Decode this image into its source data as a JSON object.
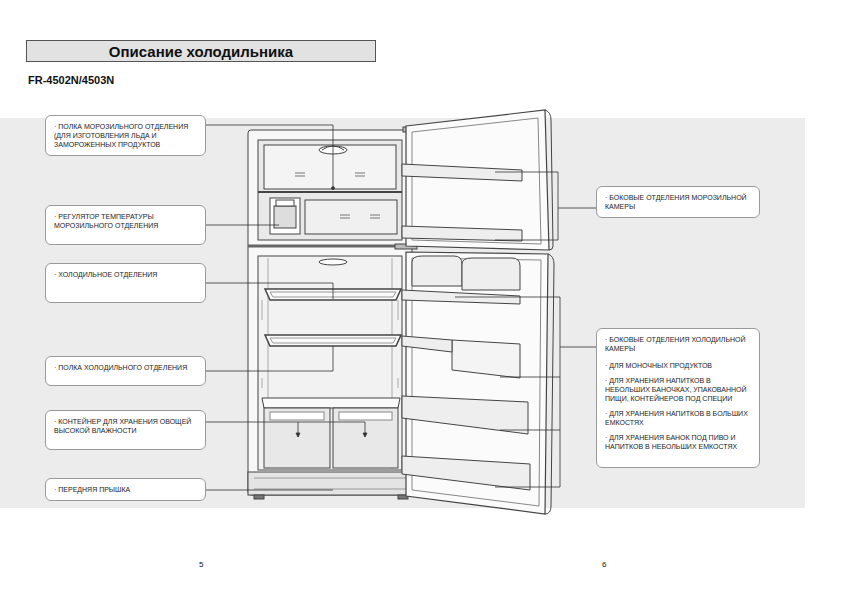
{
  "diagram": {
    "title": "Описание холодильника",
    "nodes": [
      {
        "text": [
          "· ПОЛКА МОРОЗИЛЬНОГО ОТДЕЛЕНИЯ (ДЛЯ ИЗГОТОВЛЕНИЯ ЛЬДА И ЗАМОРОЖЕННЫХ ПРОДУКТОВ"
        ]
      },
      {
        "text": [
          "· РЕГУЛЯТОР ТЕМПЕРАТУРЫ МОРОЗИЛЬНОГО ОТДЕЛЕНИЯ"
        ]
      },
      {
        "text": [
          "· ХОЛОДИЛЬНОЕ ОТДЕЛЕНИЯ"
        ]
      },
      {
        "text": [
          "· ПОЛКА ХОЛОДИЛЬНОГО ОТДЕЛЕНИЯ"
        ]
      },
      {
        "text": [
          "· КОНТЕЙНЕР ДЛЯ ХРАНЕНИЯ ОВОЩЕЙ ВЫСОКОЙ ВЛАЖНОСТИ"
        ]
      },
      {
        "text": [
          "· ПЕРЕДНЯЯ ПРЫШКА"
        ]
      },
      {
        "text": [
          "· БОКОВЫЕ ОТДЕЛЕНИЯ МОРОЗИЛЬНОЙ КАМЕРЫ"
        ]
      },
      {
        "text": [
          "· БОКОВЫЕ ОТДЕЛЕНИЯ ХОЛОДИЛЬНОЙ КАМЕРЫ",
          "· ДЛЯ МОНОЧНЫХ ПРОДУКТОВ",
          "· ДЛЯ ХРАНЕНИЯ НАПИТКОВ В НЕБОЛЬШИХ БАНОЧКАХ, УПАКОВАННОЙ ПИЩИ, КОНТЕЙНЕРОВ ПОД СПЕЦИИ",
          "· ДЛЯ ХРАНЕНИЯ НАПИТКОВ В БОЛЬШИХ ЕМКОСТЯХ",
          "· ДЛЯ ХРАНЕНИЯ БАНОК ПОД ПИВО И НАПИТКОВ В НЕБОЛЬШИХ ЕМКОСТЯХ"
        ]
      }
    ],
    "labels": [
      "FR-4502N/4503N",
      "5",
      "6"
    ]
  }
}
